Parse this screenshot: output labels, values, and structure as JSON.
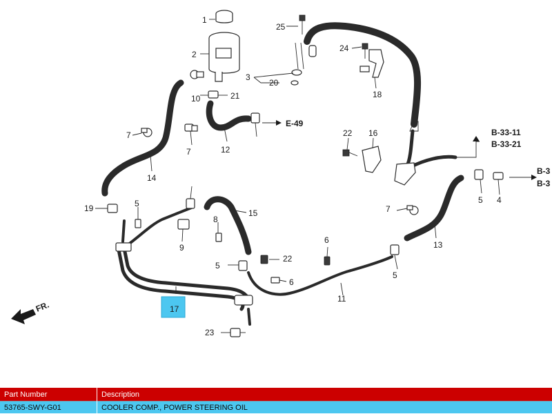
{
  "diagram": {
    "callouts": [
      "1",
      "2",
      "3",
      "10",
      "21",
      "12",
      "25",
      "20",
      "24",
      "18",
      "7",
      "14",
      "22",
      "16",
      "19",
      "5",
      "9",
      "8",
      "15",
      "6",
      "11",
      "13",
      "4",
      "23",
      "17"
    ],
    "references": [
      "E-49",
      "B-33-11",
      "B-33-21",
      "B-3",
      "B-3"
    ],
    "direction_label": "FR."
  },
  "parts_table": {
    "headers": {
      "part_number": "Part Number",
      "description": "Description"
    },
    "rows": [
      {
        "part_number": "53765-SWY-G01",
        "description": "COOLER COMP., POWER STEERING OIL"
      }
    ]
  },
  "colors": {
    "highlight": "#4cc7f0",
    "header": "#cc0000"
  }
}
